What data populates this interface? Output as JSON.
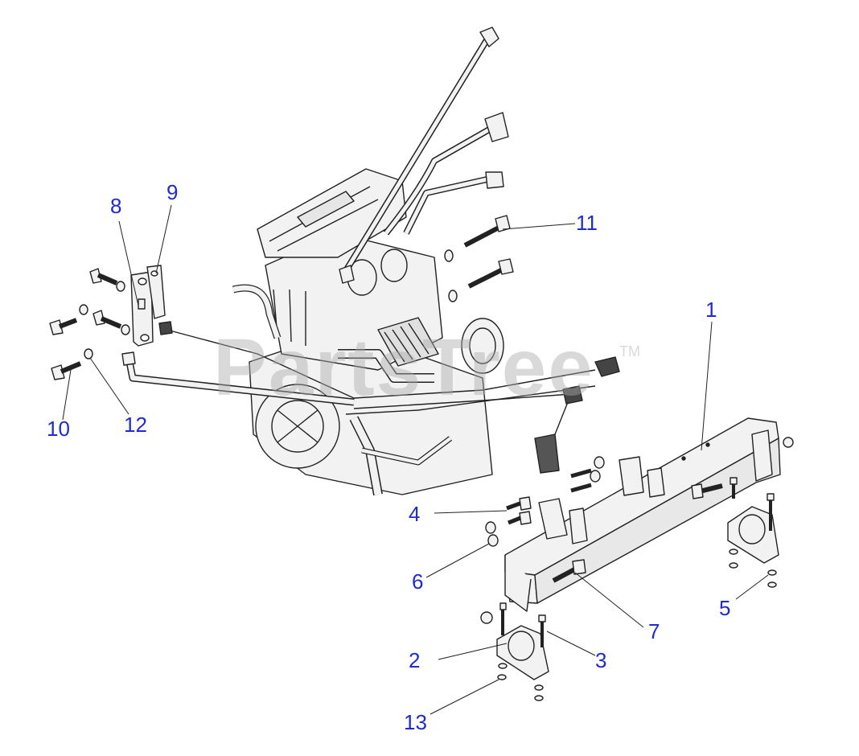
{
  "watermark": {
    "text": "PartsTree",
    "tm": "TM"
  },
  "callouts": {
    "c1": "1",
    "c2": "2",
    "c3": "3",
    "c4": "4",
    "c5": "5",
    "c6": "6",
    "c7": "7",
    "c8": "8",
    "c9": "9",
    "c10": "10",
    "c11": "11",
    "c12": "12",
    "c13": "13"
  },
  "colors": {
    "callout": "#1f2bd0",
    "line": "#222222",
    "part_fill": "#f2f2f2"
  }
}
